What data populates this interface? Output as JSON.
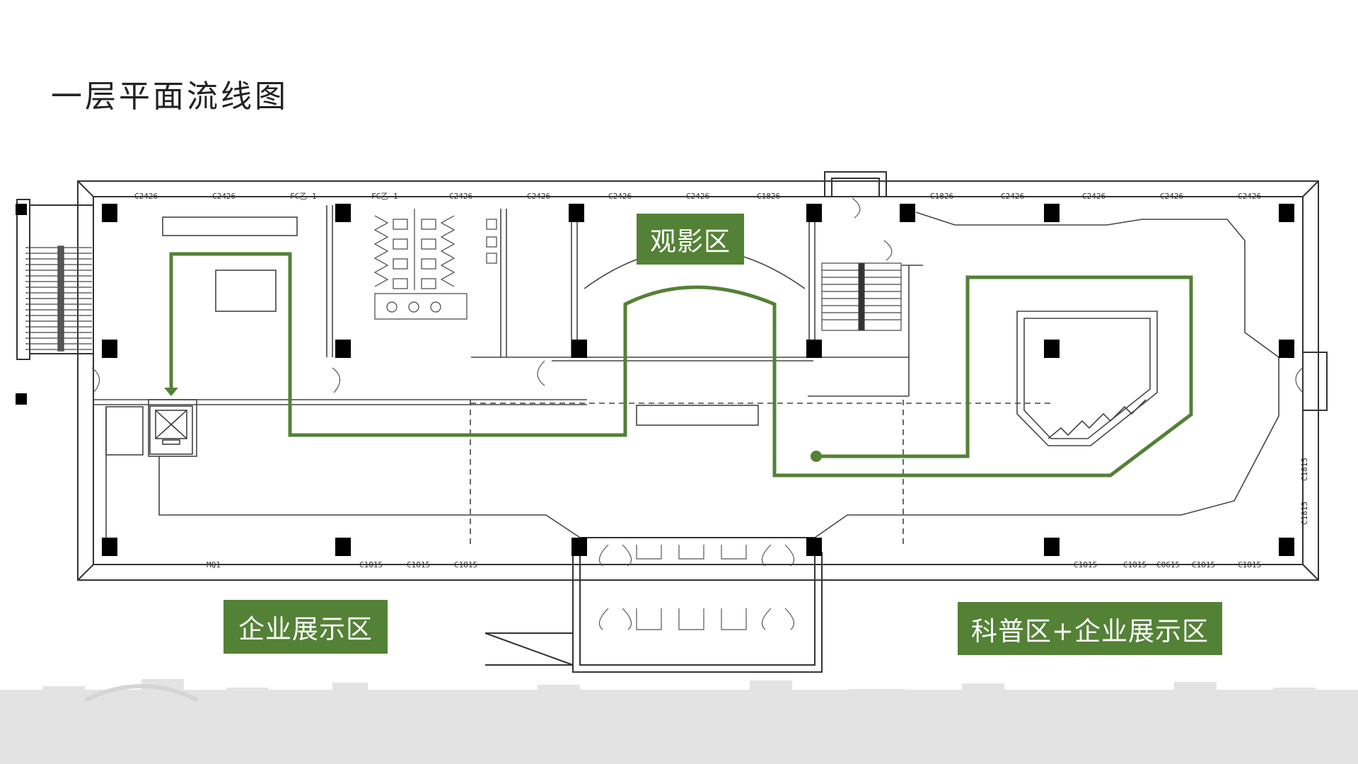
{
  "slide": {
    "title": "一层平面流线图"
  },
  "zones": {
    "viewing": "观影区",
    "enterprise": "企业展示区",
    "science": "科普区+企业展示区"
  },
  "window_labels": {
    "top": [
      "C2426",
      "C2426",
      "FC乙-1",
      "FC乙-1",
      "C2426",
      "C2426",
      "C2426",
      "C2426",
      "C1826",
      "C1826",
      "C2426",
      "C2426",
      "C2426",
      "C2426"
    ],
    "bottom": [
      "MQ1",
      "C1815",
      "C1815",
      "C1815",
      "C1815",
      "C1815",
      "C0615",
      "C1815",
      "C1815"
    ],
    "right": [
      "C1815",
      "C1815"
    ]
  },
  "colors": {
    "flow_line": "#538135",
    "zone_fill": "#538135",
    "wall": "#333333",
    "column": "#000000",
    "skyline": "#e3e3e3"
  }
}
